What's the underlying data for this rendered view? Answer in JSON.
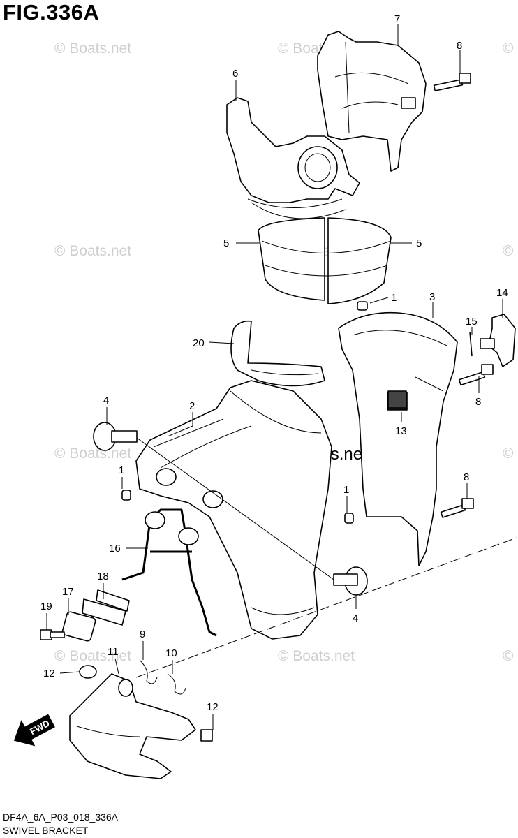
{
  "figure": {
    "title": "FIG.336A",
    "code": "DF4A_6A_P03_018_336A",
    "name": "SWIVEL BRACKET"
  },
  "watermark": {
    "text": "© Boats.net",
    "center_text": "© Boats.net"
  },
  "fwd_label": "FWD",
  "callouts": [
    {
      "id": "c7",
      "label": "7"
    },
    {
      "id": "c8a",
      "label": "8"
    },
    {
      "id": "c6",
      "label": "6"
    },
    {
      "id": "c5l",
      "label": "5"
    },
    {
      "id": "c5r",
      "label": "5"
    },
    {
      "id": "c1a",
      "label": "1"
    },
    {
      "id": "c3",
      "label": "3"
    },
    {
      "id": "c14",
      "label": "14"
    },
    {
      "id": "c15",
      "label": "15"
    },
    {
      "id": "c20",
      "label": "20"
    },
    {
      "id": "c8b",
      "label": "8"
    },
    {
      "id": "c4a",
      "label": "4"
    },
    {
      "id": "c2",
      "label": "2"
    },
    {
      "id": "c13",
      "label": "13"
    },
    {
      "id": "c1b",
      "label": "1"
    },
    {
      "id": "c8c",
      "label": "8"
    },
    {
      "id": "c1c",
      "label": "1"
    },
    {
      "id": "c16",
      "label": "16"
    },
    {
      "id": "c18",
      "label": "18"
    },
    {
      "id": "c17",
      "label": "17"
    },
    {
      "id": "c4b",
      "label": "4"
    },
    {
      "id": "c19",
      "label": "19"
    },
    {
      "id": "c9",
      "label": "9"
    },
    {
      "id": "c11",
      "label": "11"
    },
    {
      "id": "c10",
      "label": "10"
    },
    {
      "id": "c12a",
      "label": "12"
    },
    {
      "id": "c12b",
      "label": "12"
    }
  ]
}
